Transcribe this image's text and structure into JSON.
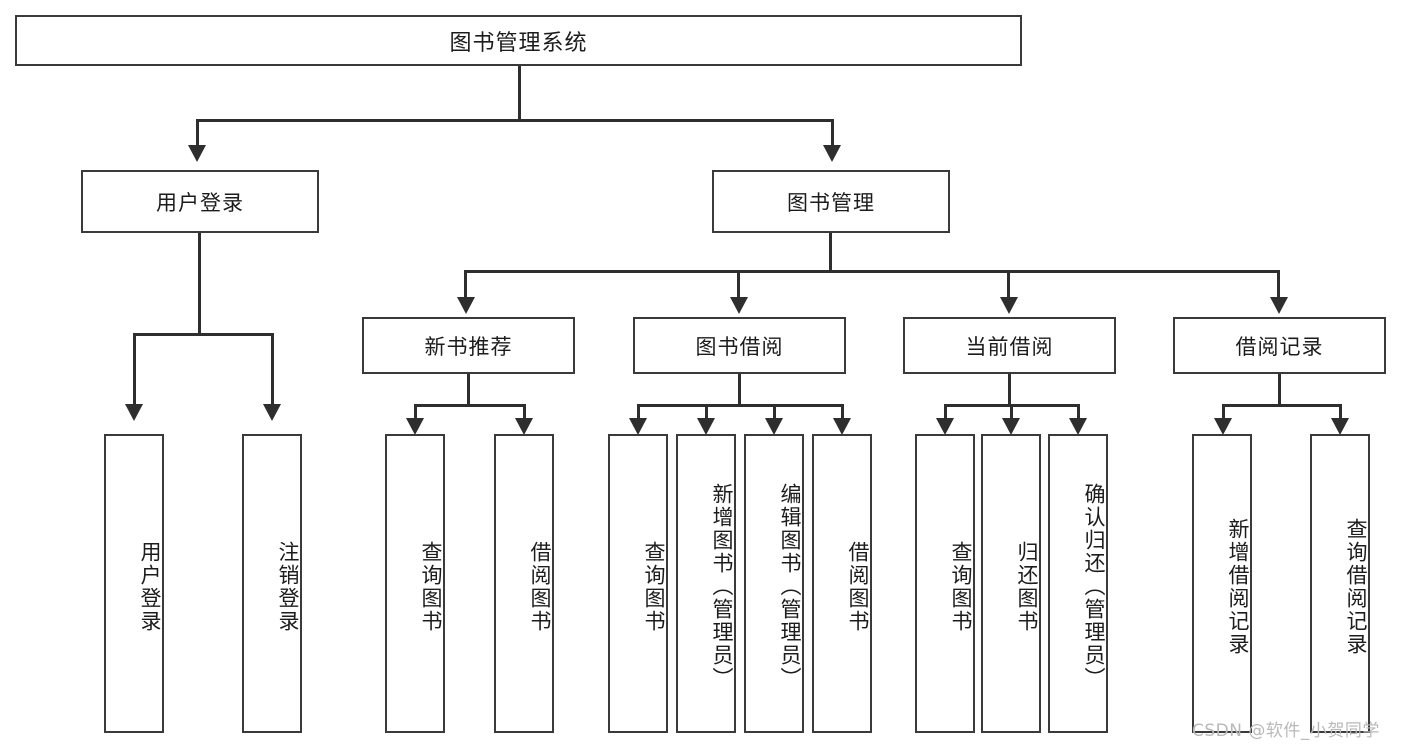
{
  "diagram": {
    "title": "图书管理系统",
    "root": {
      "label": "图书管理系统"
    },
    "level1": [
      {
        "label": "用户登录"
      },
      {
        "label": "图书管理"
      }
    ],
    "level2": [
      {
        "label": "新书推荐"
      },
      {
        "label": "图书借阅"
      },
      {
        "label": "当前借阅"
      },
      {
        "label": "借阅记录"
      }
    ],
    "leaves": {
      "user_login": [
        {
          "label": "用户登录"
        },
        {
          "label": "注销登录"
        }
      ],
      "new_book_recommend": [
        {
          "label": "查询图书"
        },
        {
          "label": "借阅图书"
        }
      ],
      "book_borrow": [
        {
          "label": "查询图书"
        },
        {
          "label": "新增图书（管理员）"
        },
        {
          "label": "编辑图书（管理员）"
        },
        {
          "label": "借阅图书"
        }
      ],
      "current_borrow": [
        {
          "label": "查询图书"
        },
        {
          "label": "归还图书"
        },
        {
          "label": "确认归还（管理员）"
        }
      ],
      "borrow_record": [
        {
          "label": "新增借阅记录"
        },
        {
          "label": "查询借阅记录"
        }
      ]
    }
  },
  "watermark": {
    "text": "CSDN @软件_小贺同学"
  },
  "colors": {
    "border": "#3a3a3a",
    "line": "#2e2e2e",
    "text": "#1c1c1c",
    "background": "#ffffff",
    "watermark": "#b9b9b9"
  }
}
